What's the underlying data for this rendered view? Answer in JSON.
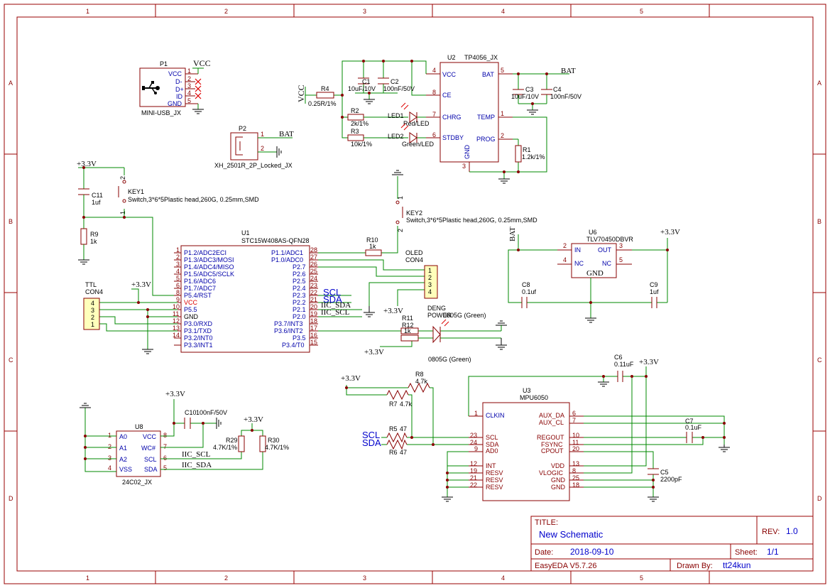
{
  "frame": {
    "col_labels": [
      "1",
      "2",
      "3",
      "4",
      "5"
    ],
    "row_labels": [
      "A",
      "B",
      "C",
      "D"
    ]
  },
  "title_block": {
    "title_label": "TITLE:",
    "title": "New Schematic",
    "rev_label": "REV:",
    "rev": "1.0",
    "date_label": "Date:",
    "date": "2018-09-10",
    "sheet_label": "Sheet:",
    "sheet": "1/1",
    "tool": "EasyEDA V5.7.26",
    "drawn_label": "Drawn By:",
    "drawn_by": "tt24kun"
  },
  "net_labels": {
    "vcc": "VCC",
    "bat": "BAT",
    "v33": "+3.3V",
    "scl": "SCL",
    "sda": "SDA",
    "iic_scl": "IIC_SCL",
    "iic_sda": "IIC_SDA",
    "gnd": "GND"
  },
  "p1": {
    "ref": "P1",
    "name": "MINI-USB_JX",
    "pins": [
      "VCC",
      "D-",
      "D+",
      "ID",
      "GND"
    ],
    "nums": [
      "1",
      "2",
      "3",
      "4",
      "5"
    ]
  },
  "p2": {
    "ref": "P2",
    "name": "XH_2501R_2P_Locked_JX",
    "nums": [
      "1",
      "2"
    ]
  },
  "u2": {
    "ref": "U2",
    "name": "TP4056_JX",
    "left_pins": [
      "VCC",
      "CE",
      "CHRG",
      "STDBY"
    ],
    "left_nums": [
      "4",
      "8",
      "7",
      "6"
    ],
    "right_pins": [
      "BAT",
      "TEMP",
      "PROG"
    ],
    "right_nums": [
      "5",
      "1",
      "2"
    ],
    "bottom_pin": "GND",
    "bottom_num": "3"
  },
  "u2_parts": {
    "c1": "C1",
    "c1v": "10uF/10V",
    "c2": "C2",
    "c2v": "100nF/50V",
    "c3": "C3",
    "c3v": "10uF/10V",
    "c4": "C4",
    "c4v": "100nF/50V",
    "r4": "R4",
    "r4v": "0.25R/1%",
    "r2": "R2",
    "r2v": "2k/1%",
    "r3": "R3",
    "r3v": "10k/1%",
    "r1": "R1",
    "r1v": "1.2k/1%",
    "led1": "LED1",
    "led1v": "Red/LED",
    "led2": "LED2",
    "led2v": "Green/LED"
  },
  "key1": {
    "ref": "KEY1",
    "value": "Switch,3*6*5Plastic head,260G, 0.25mm,SMD",
    "nums": [
      "2",
      "1"
    ]
  },
  "key2": {
    "ref": "KEY2",
    "value": "Switch,3*6*5Plastic head,260G, 0.25mm,SMD",
    "nums": [
      "1",
      "2"
    ]
  },
  "c11": {
    "ref": "C11",
    "value": "1uf"
  },
  "r9": {
    "ref": "R9",
    "value": "1k"
  },
  "r10": {
    "ref": "R10",
    "value": "1k"
  },
  "u1": {
    "ref": "U1",
    "name": "STC15W408AS-QFN28",
    "left_pins": [
      "P1.2/ADC2ECI",
      "P1.3/ADC3/MOSI",
      "P1.4/ADC4/MISO",
      "P1.5/ADC5/SCLK",
      "P1.6/ADC6",
      "P1.7/ADC7",
      "P5.4/RST",
      "VCC",
      "P5.5",
      "GND",
      "P3.0/RXD",
      "P3.1/TXD",
      "P3.2/INT0",
      "P3.3/INT1"
    ],
    "left_nums": [
      "1",
      "2",
      "3",
      "4",
      "5",
      "6",
      "8",
      "9",
      "10",
      "11",
      "12",
      "13",
      "14"
    ],
    "right_pins": [
      "P1.1/ADC1",
      "P1.0/ADC0",
      "P2.7",
      "P2.6",
      "P2.5",
      "P2.4",
      "P2.3",
      "P2.2",
      "P2.1",
      "P2.0",
      "P3.7/INT3",
      "P3.6/INT2",
      "P3.5",
      "P3.4/T0"
    ],
    "right_nums": [
      "28",
      "27",
      "26",
      "25",
      "24",
      "23",
      "22",
      "21",
      "20",
      "19",
      "18",
      "17",
      "16",
      "15"
    ]
  },
  "ttl": {
    "ref": "TTL",
    "name": "CON4",
    "nums": [
      "4",
      "3",
      "2",
      "1"
    ]
  },
  "oled": {
    "ref": "OLED",
    "name": "CON4",
    "nums": [
      "1",
      "2",
      "3",
      "4"
    ]
  },
  "deng": {
    "ref": "DENG",
    "name": "POWER",
    "value": "0805G (Green)",
    "r11": "R11",
    "r12": "R12",
    "rv": "1k"
  },
  "u6": {
    "ref": "U6",
    "name": "TLV70450DBVR",
    "pins": [
      "IN",
      "NC",
      "OUT",
      "NC",
      "GND"
    ],
    "nums": [
      "2",
      "4",
      "3",
      "5"
    ],
    "c8": "C8",
    "c8v": "0.1uf",
    "c9": "C9",
    "c9v": "1uf"
  },
  "u8": {
    "ref": "U8",
    "name": "24C02_JX",
    "left_pins": [
      "A0",
      "A1",
      "A2",
      "VSS"
    ],
    "left_nums": [
      "1",
      "2",
      "3",
      "4"
    ],
    "right_pins": [
      "VCC",
      "WC#",
      "SCL",
      "SDA"
    ],
    "right_nums": [
      "8",
      "7",
      "6",
      "5"
    ],
    "c10": "C10",
    "c10v": "100nF/50V",
    "r29": "R29",
    "r29v": "4.7K/1%",
    "r30": "R30",
    "r30v": "4.7K/1%"
  },
  "u3": {
    "ref": "U3",
    "name": "MPU6050",
    "left_pins": [
      "CLKIN",
      "SCL",
      "SDA",
      "AD0",
      "INT",
      "RESV",
      "RESV",
      "RESV"
    ],
    "left_nums": [
      "1",
      "23",
      "24",
      "9",
      "12",
      "19",
      "21",
      "22"
    ],
    "right_pins": [
      "AUX_DA",
      "AUX_CL",
      "REGOUT",
      "FSYNC",
      "CPOUT",
      "VDD",
      "VLOGIC",
      "GND",
      "GND"
    ],
    "right_nums": [
      "6",
      "7",
      "10",
      "11",
      "20",
      "13",
      "8",
      "25",
      "18"
    ],
    "c5": "C5",
    "c5v": "2200pF",
    "c6": "C6",
    "c6v": "0.11uF",
    "c7": "C7",
    "c7v": "0.1uF",
    "r5": "R5",
    "r5v": "47",
    "r6": "R6",
    "r6v": "47",
    "r7": "R7",
    "r7v": "4.7k",
    "r8": "R8",
    "r8v": "4.7k"
  }
}
